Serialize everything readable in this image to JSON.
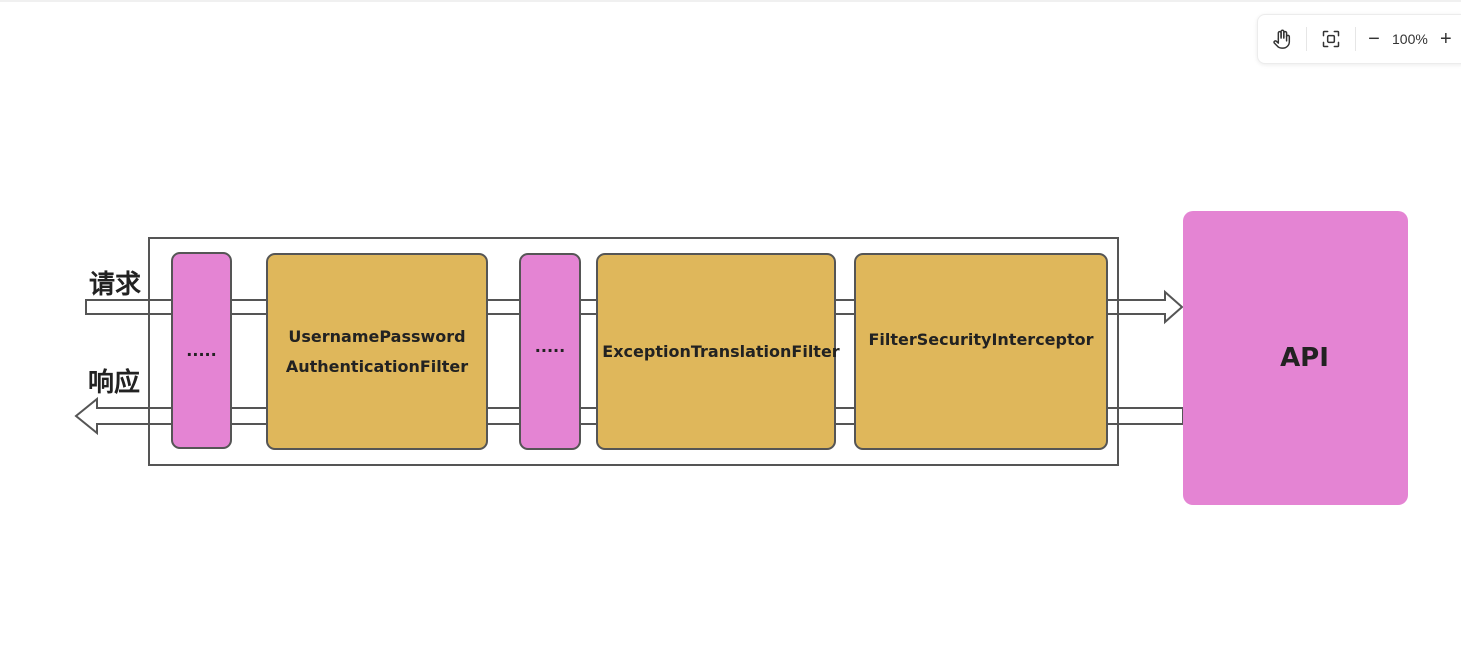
{
  "toolbar": {
    "hand_icon": "hand-icon",
    "fit_icon": "fit-screen-icon",
    "zoom_out_label": "−",
    "zoom_level": "100%",
    "zoom_in_label": "+"
  },
  "diagram": {
    "request_label": "请求",
    "response_label": "响应",
    "filters": [
      {
        "label": "....."
      },
      {
        "label_line1": "UsernamePassword",
        "label_line2": "AuthenticationFilter"
      },
      {
        "label": "....."
      },
      {
        "label": "ExceptionTranslationFilter"
      },
      {
        "label": "FilterSecurityInterceptor"
      }
    ],
    "api_label": "API"
  },
  "colors": {
    "pink": "#e484d3",
    "gold": "#dfb75b",
    "stroke": "#555555"
  }
}
